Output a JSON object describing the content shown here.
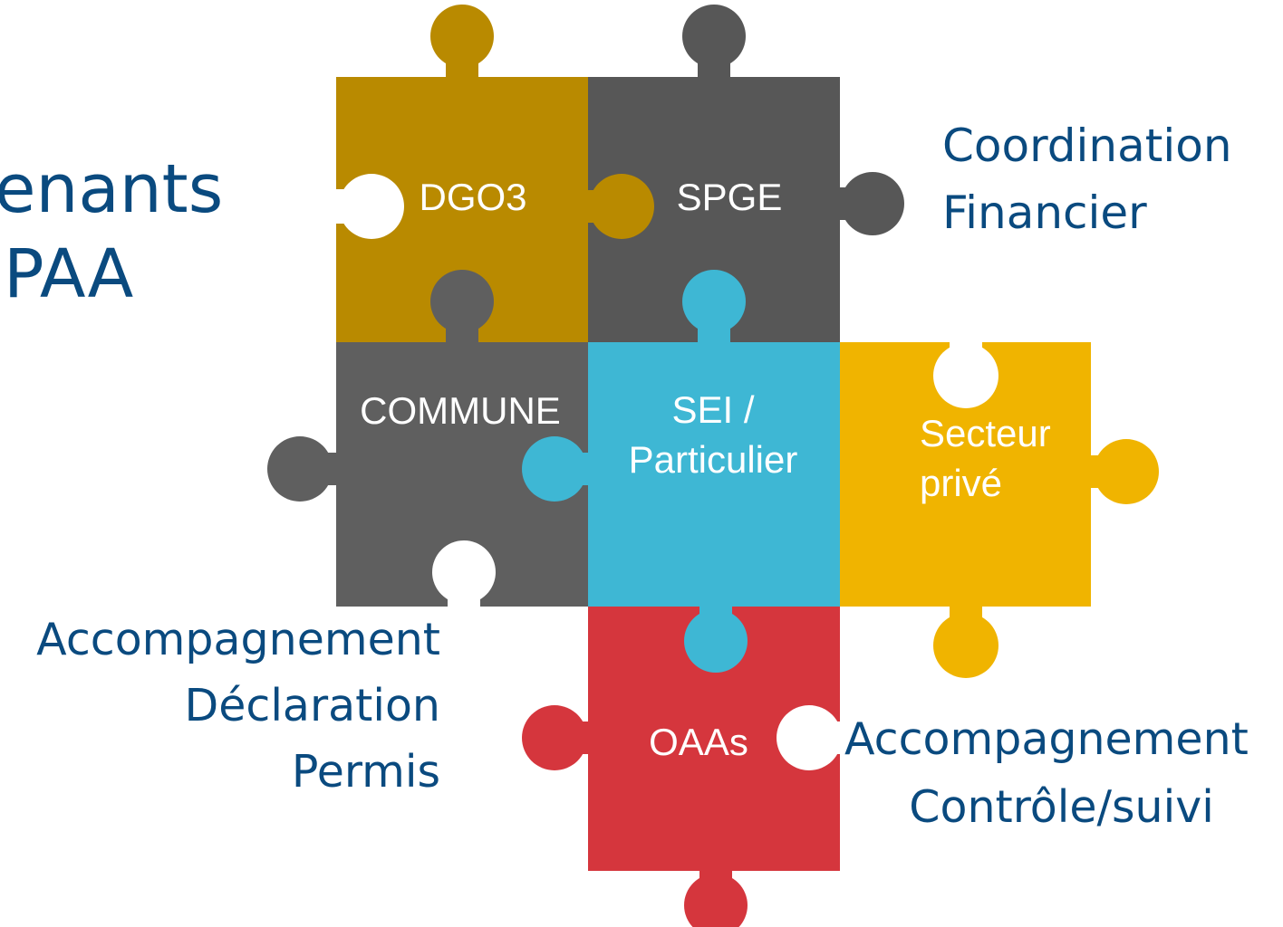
{
  "title": {
    "line1": "enants",
    "line2": "PAA"
  },
  "pieces": {
    "dgo3": {
      "label": "DGO3",
      "color": "#b98a00"
    },
    "spge": {
      "label": "SPGE",
      "color": "#575757"
    },
    "commune": {
      "label": "COMMUNE",
      "color": "#5f5f5f"
    },
    "sei": {
      "label_line1": "SEI /",
      "label_line2": "Particulier",
      "color": "#3eb7d4"
    },
    "secteur_prive": {
      "label_line1": "Secteur",
      "label_line2": "privé",
      "color": "#f0b400"
    },
    "oaas": {
      "label": "OAAs",
      "color": "#d5363d"
    }
  },
  "annotations": {
    "spge_roles": [
      "Coordination",
      "Financier"
    ],
    "commune_roles": [
      "Accompagnement",
      "Déclaration",
      "Permis"
    ],
    "oaa_roles": [
      "Accompagnement",
      "Contrôle/suivi"
    ]
  },
  "text_color": "#0a4a7f"
}
